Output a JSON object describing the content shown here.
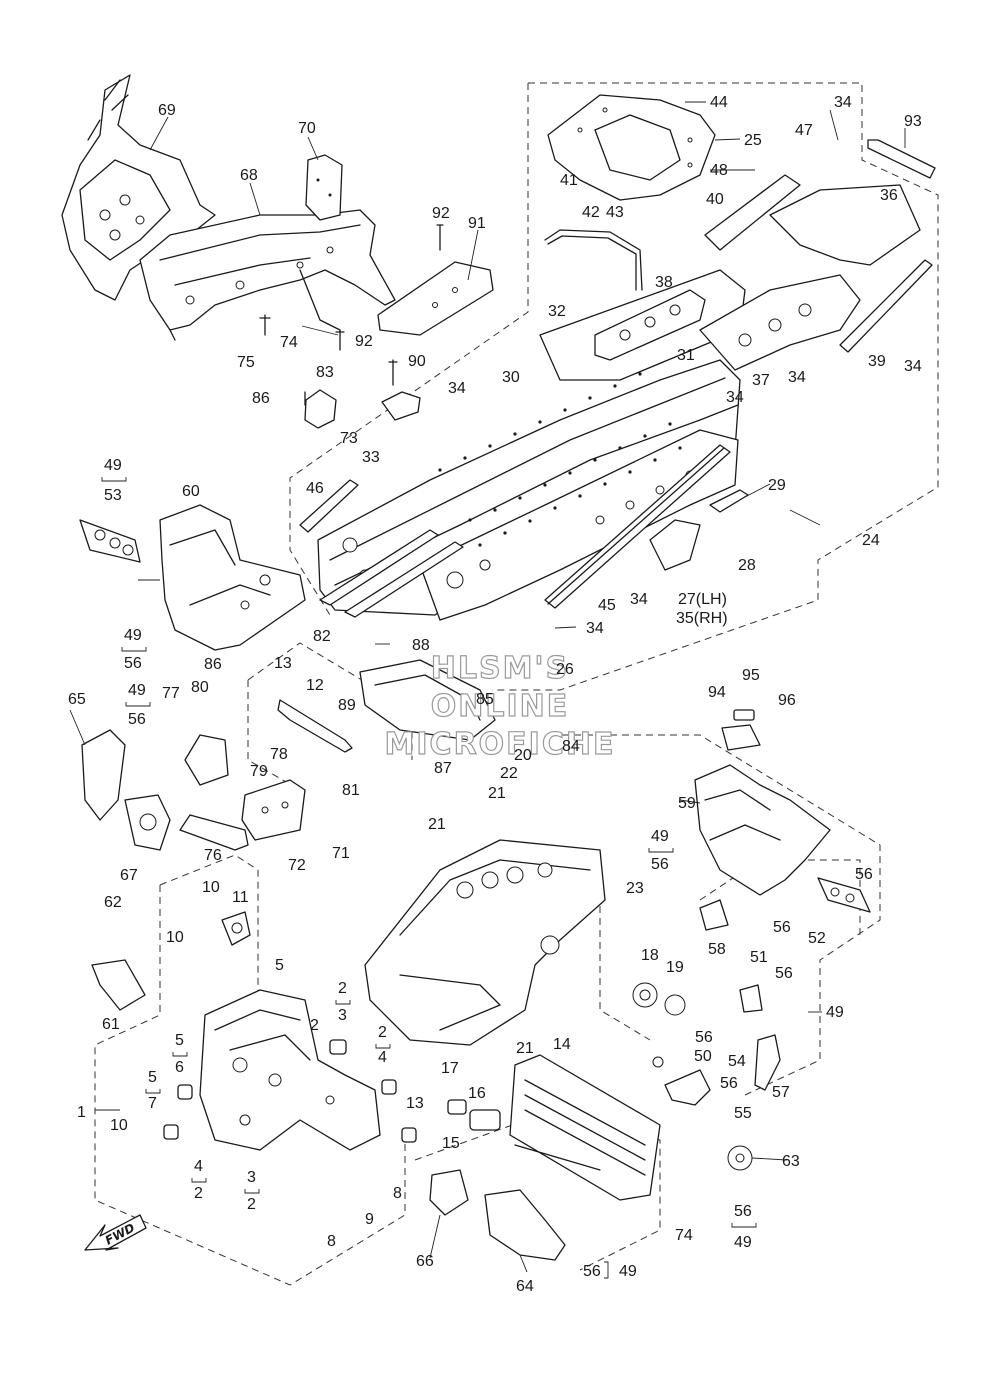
{
  "diagram": {
    "fwd_label": "FWD",
    "watermark": [
      "HLSM'S",
      "ONLINE",
      "MICROFICHE"
    ],
    "callouts": [
      {
        "id": "c69",
        "text": "69"
      },
      {
        "id": "c68",
        "text": "68"
      },
      {
        "id": "c70",
        "text": "70"
      },
      {
        "id": "c92a",
        "text": "92"
      },
      {
        "id": "c91",
        "text": "91"
      },
      {
        "id": "c75",
        "text": "75"
      },
      {
        "id": "c74a",
        "text": "74"
      },
      {
        "id": "c92b",
        "text": "92"
      },
      {
        "id": "c90",
        "text": "90"
      },
      {
        "id": "c86a",
        "text": "86"
      },
      {
        "id": "c83",
        "text": "83"
      },
      {
        "id": "c73",
        "text": "73"
      },
      {
        "id": "c30",
        "text": "30"
      },
      {
        "id": "c32",
        "text": "32"
      },
      {
        "id": "c34a",
        "text": "34"
      },
      {
        "id": "c33",
        "text": "33"
      },
      {
        "id": "c46",
        "text": "46"
      },
      {
        "id": "c82",
        "text": "82"
      },
      {
        "id": "c44",
        "text": "44"
      },
      {
        "id": "c25",
        "text": "25"
      },
      {
        "id": "c41",
        "text": "41"
      },
      {
        "id": "c42",
        "text": "42"
      },
      {
        "id": "c43",
        "text": "43"
      },
      {
        "id": "c48",
        "text": "48"
      },
      {
        "id": "c40",
        "text": "40"
      },
      {
        "id": "c38",
        "text": "38"
      },
      {
        "id": "c31",
        "text": "31"
      },
      {
        "id": "c37",
        "text": "37"
      },
      {
        "id": "c34b",
        "text": "34"
      },
      {
        "id": "c34c",
        "text": "34"
      },
      {
        "id": "c47",
        "text": "47"
      },
      {
        "id": "c34d",
        "text": "34"
      },
      {
        "id": "c93",
        "text": "93"
      },
      {
        "id": "c36",
        "text": "36"
      },
      {
        "id": "c39",
        "text": "39"
      },
      {
        "id": "c34e",
        "text": "34"
      },
      {
        "id": "c29",
        "text": "29"
      },
      {
        "id": "c28",
        "text": "28"
      },
      {
        "id": "c24",
        "text": "24"
      },
      {
        "id": "c45",
        "text": "45"
      },
      {
        "id": "c34f",
        "text": "34"
      },
      {
        "id": "c27",
        "text": "27(LH)"
      },
      {
        "id": "c35",
        "text": "35(RH)"
      },
      {
        "id": "c34g",
        "text": "34"
      },
      {
        "id": "c26",
        "text": "26"
      },
      {
        "id": "c49a",
        "text": "49"
      },
      {
        "id": "c53",
        "text": "53"
      },
      {
        "id": "c60",
        "text": "60"
      },
      {
        "id": "c49b",
        "text": "49"
      },
      {
        "id": "c56a",
        "text": "56"
      },
      {
        "id": "c88",
        "text": "88"
      },
      {
        "id": "c13a",
        "text": "13"
      },
      {
        "id": "c12",
        "text": "12"
      },
      {
        "id": "c89",
        "text": "89"
      },
      {
        "id": "c85",
        "text": "85"
      },
      {
        "id": "c87",
        "text": "87"
      },
      {
        "id": "c86b",
        "text": "86"
      },
      {
        "id": "c80",
        "text": "80"
      },
      {
        "id": "c77",
        "text": "77"
      },
      {
        "id": "c49c",
        "text": "49"
      },
      {
        "id": "c56b",
        "text": "56"
      },
      {
        "id": "c65",
        "text": "65"
      },
      {
        "id": "c79",
        "text": "79"
      },
      {
        "id": "c78",
        "text": "78"
      },
      {
        "id": "c81",
        "text": "81"
      },
      {
        "id": "c76",
        "text": "76"
      },
      {
        "id": "c67",
        "text": "67"
      },
      {
        "id": "c72",
        "text": "72"
      },
      {
        "id": "c71",
        "text": "71"
      },
      {
        "id": "c10a",
        "text": "10"
      },
      {
        "id": "c11",
        "text": "11"
      },
      {
        "id": "c62",
        "text": "62"
      },
      {
        "id": "c10b",
        "text": "10"
      },
      {
        "id": "c61",
        "text": "61"
      },
      {
        "id": "c5a",
        "text": "5"
      },
      {
        "id": "c2a",
        "text": "2"
      },
      {
        "id": "c3a",
        "text": "3"
      },
      {
        "id": "c2b",
        "text": "2"
      },
      {
        "id": "c2c",
        "text": "2"
      },
      {
        "id": "c4a",
        "text": "4"
      },
      {
        "id": "c5b",
        "text": "5"
      },
      {
        "id": "c6",
        "text": "6"
      },
      {
        "id": "c5c",
        "text": "5"
      },
      {
        "id": "c7",
        "text": "7"
      },
      {
        "id": "c13b",
        "text": "13"
      },
      {
        "id": "c1",
        "text": "1"
      },
      {
        "id": "c10c",
        "text": "10"
      },
      {
        "id": "c4b",
        "text": "4"
      },
      {
        "id": "c2d",
        "text": "2"
      },
      {
        "id": "c3b",
        "text": "3"
      },
      {
        "id": "c2e",
        "text": "2"
      },
      {
        "id": "c8a",
        "text": "8"
      },
      {
        "id": "c9",
        "text": "9"
      },
      {
        "id": "c8b",
        "text": "8"
      },
      {
        "id": "c20",
        "text": "20"
      },
      {
        "id": "c84",
        "text": "84"
      },
      {
        "id": "c22",
        "text": "22"
      },
      {
        "id": "c21a",
        "text": "21"
      },
      {
        "id": "c21b",
        "text": "21"
      },
      {
        "id": "c23",
        "text": "23"
      },
      {
        "id": "c18",
        "text": "18"
      },
      {
        "id": "c19",
        "text": "19"
      },
      {
        "id": "c21c",
        "text": "21"
      },
      {
        "id": "c17",
        "text": "17"
      },
      {
        "id": "c16",
        "text": "16"
      },
      {
        "id": "c15",
        "text": "15"
      },
      {
        "id": "c14",
        "text": "14"
      },
      {
        "id": "c74b",
        "text": "74"
      },
      {
        "id": "c66",
        "text": "66"
      },
      {
        "id": "c64",
        "text": "64"
      },
      {
        "id": "c56c",
        "text": "56"
      },
      {
        "id": "c49d",
        "text": "49"
      },
      {
        "id": "c63",
        "text": "63"
      },
      {
        "id": "c56d",
        "text": "56"
      },
      {
        "id": "c49e",
        "text": "49"
      },
      {
        "id": "c94",
        "text": "94"
      },
      {
        "id": "c95",
        "text": "95"
      },
      {
        "id": "c96",
        "text": "96"
      },
      {
        "id": "c59",
        "text": "59"
      },
      {
        "id": "c49f",
        "text": "49"
      },
      {
        "id": "c56e",
        "text": "56"
      },
      {
        "id": "c56f",
        "text": "56"
      },
      {
        "id": "c52",
        "text": "52"
      },
      {
        "id": "c58",
        "text": "58"
      },
      {
        "id": "c56g",
        "text": "56"
      },
      {
        "id": "c51",
        "text": "51"
      },
      {
        "id": "c56h",
        "text": "56"
      },
      {
        "id": "c49g",
        "text": "49"
      },
      {
        "id": "c56i",
        "text": "56"
      },
      {
        "id": "c50",
        "text": "50"
      },
      {
        "id": "c54",
        "text": "54"
      },
      {
        "id": "c56j",
        "text": "56"
      },
      {
        "id": "c57",
        "text": "57"
      },
      {
        "id": "c55",
        "text": "55"
      }
    ]
  }
}
